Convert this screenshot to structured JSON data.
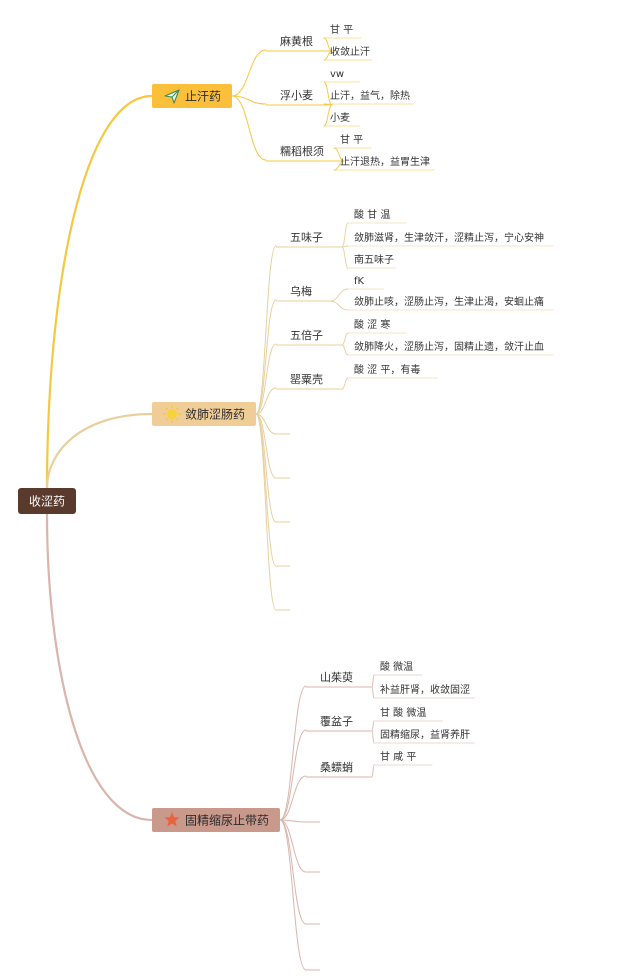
{
  "root": {
    "label": "收涩药",
    "color": "#5b3a2e"
  },
  "branches": [
    {
      "label": "止汗药",
      "icon": "paper-plane-icon",
      "box_color": "#fbbf3a",
      "line_color": "#f5c842",
      "herbs": [
        {
          "name": "麻黄根",
          "notes": [
            "甘 平",
            "收敛止汗"
          ]
        },
        {
          "name": "浮小麦",
          "notes": [
            "vw",
            "止汗，益气，除热",
            "小麦"
          ]
        },
        {
          "name": "糯稻根须",
          "notes": [
            "甘 平",
            "止汗退热，益胃生津"
          ]
        }
      ]
    },
    {
      "label": "敛肺涩肠药",
      "icon": "sun-icon",
      "box_color": "#f0cc96",
      "line_color": "#e9cf9c",
      "herbs": [
        {
          "name": "五味子",
          "notes": [
            "酸 甘 温",
            "敛肺滋肾，生津敛汗，涩精止泻，宁心安神",
            "南五味子"
          ]
        },
        {
          "name": "乌梅",
          "notes": [
            "fK",
            "敛肺止咳，涩肠止泻，生津止渴，安蛔止痛"
          ]
        },
        {
          "name": "五倍子",
          "notes": [
            "酸 涩 寒",
            "敛肺降火，涩肠止泻，固精止遗，敛汗止血"
          ]
        },
        {
          "name": "罂粟壳",
          "notes": [
            "酸 涩 平，有毒"
          ]
        },
        {
          "name": "",
          "notes": []
        },
        {
          "name": "",
          "notes": []
        },
        {
          "name": "",
          "notes": []
        },
        {
          "name": "",
          "notes": []
        },
        {
          "name": "",
          "notes": []
        }
      ]
    },
    {
      "label": "固精缩尿止带药",
      "icon": "star-icon",
      "box_color": "#c9998c",
      "line_color": "#d9b5ac",
      "herbs": [
        {
          "name": "山茱萸",
          "notes": [
            "酸 微温",
            "补益肝肾，收敛固涩"
          ]
        },
        {
          "name": "覆盆子",
          "notes": [
            "甘 酸 微温",
            "固精缩尿，益肾养肝"
          ]
        },
        {
          "name": "桑螵蛸",
          "notes": [
            "甘 咸 平"
          ]
        },
        {
          "name": "",
          "notes": []
        },
        {
          "name": "",
          "notes": []
        },
        {
          "name": "",
          "notes": []
        },
        {
          "name": "",
          "notes": []
        }
      ]
    }
  ]
}
